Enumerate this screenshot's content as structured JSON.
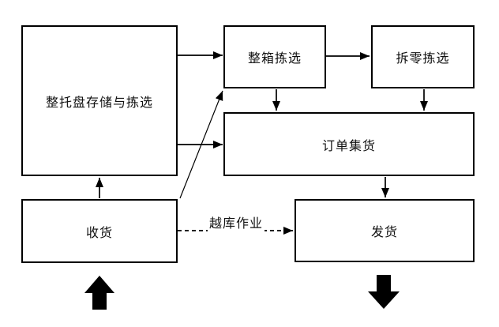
{
  "diagram": {
    "background_color": "#ffffff",
    "line_color": "#000000",
    "box_fill_color": "#ffffff",
    "nodes": {
      "pallet_storage": {
        "label": "整托盘存储与拣选"
      },
      "case_picking": {
        "label": "整箱拣选"
      },
      "piece_picking": {
        "label": "拆零拣选"
      },
      "order_consolidation": {
        "label": "订单集货"
      },
      "receiving": {
        "label": "收货"
      },
      "shipping": {
        "label": "发货"
      }
    },
    "edges": {
      "cross_docking_label": "越库作业"
    }
  }
}
